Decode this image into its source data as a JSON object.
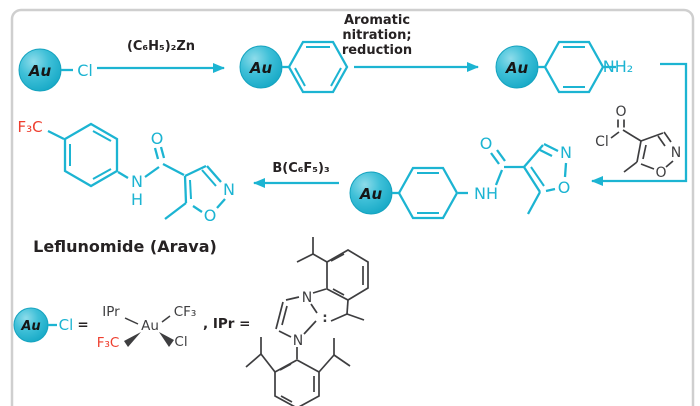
{
  "colors": {
    "accent_cyan": "#1cb4d2",
    "structure_dark": "#3e3e40",
    "text_black": "#262223",
    "red": "#ee3e2e",
    "frame_gray": "#cfcfcf",
    "gold_sphere": "#2ab5d3"
  },
  "atoms": {
    "au": "Au",
    "cl": "Cl",
    "nh2": "NH₂",
    "nh": "NH",
    "n": "N",
    "h": "H",
    "o": "O",
    "f3c": "F₃C",
    "cf3": "CF₃"
  },
  "reagents": {
    "step1": "(C₆H₅)₂Zn",
    "step2_line1": "Aromatic",
    "step2_line2": "nitration;",
    "step2_line3": "reduction",
    "step4": "B(C₆F₅)₃"
  },
  "product_name": "Leflunomide (Arava)",
  "legend": {
    "equals": "=",
    "ipr": "IPr",
    "au": "Au",
    "cf3": "CF₃",
    "f3c": "F₃C",
    "cl": "Cl",
    "ipr_equals": ", IPr =",
    "carbene_lone_pair": ":"
  }
}
